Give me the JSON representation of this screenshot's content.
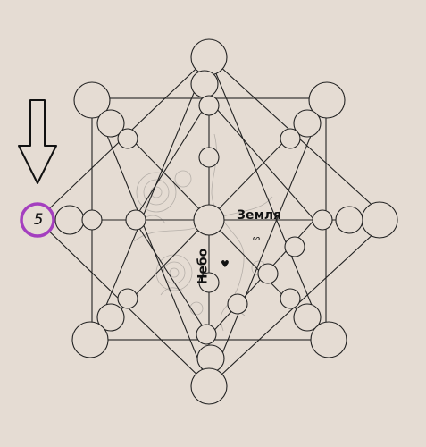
{
  "diagram": {
    "labels": {
      "zemlya": "Земля",
      "nebo": "Небо",
      "marked_number": "5"
    },
    "symbols": {
      "heart": "♥",
      "small_glyph": "ᔕ"
    },
    "arrow_direction": "down",
    "colors": {
      "background": "#e5dcd3",
      "line": "#222222",
      "highlight_ring": "#a43fbf",
      "illustration": "#8f8b87"
    }
  }
}
